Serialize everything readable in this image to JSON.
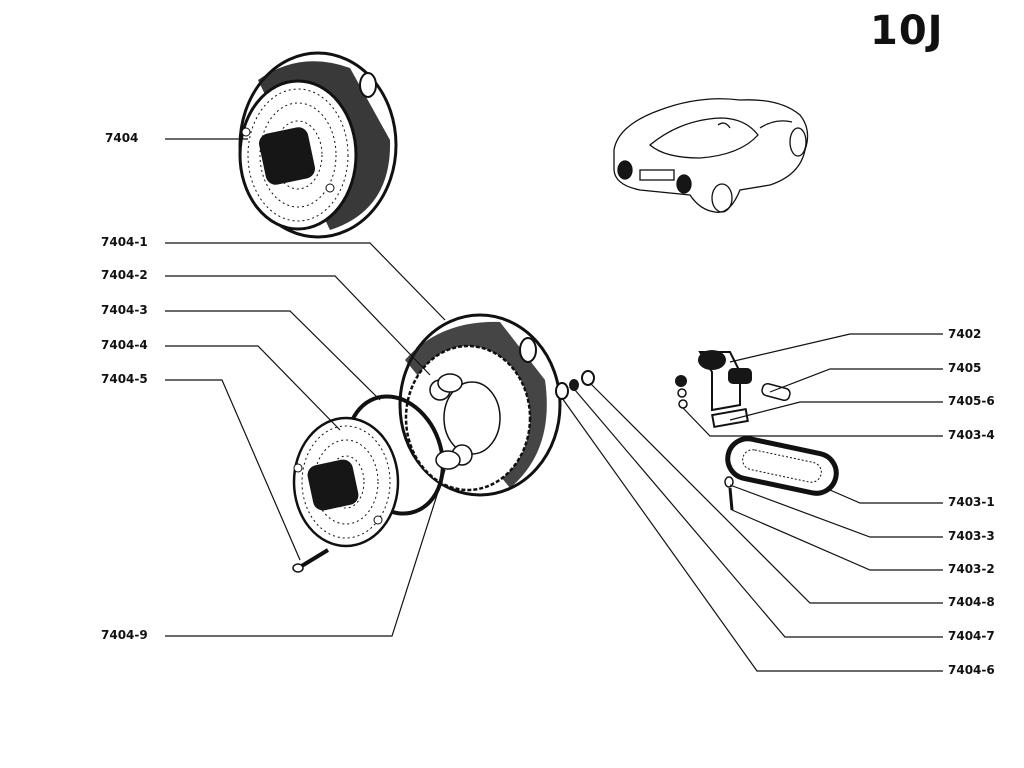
{
  "page_code": "10J",
  "labels": {
    "left": [
      "7404",
      "7404-1",
      "7404-2",
      "7404-3",
      "7404-4",
      "7404-5",
      "7404-9"
    ],
    "right": [
      "7402",
      "7405",
      "7405-6",
      "7403-4",
      "7403-1",
      "7403-3",
      "7403-2",
      "7404-8",
      "7404-7",
      "7404-6"
    ]
  }
}
